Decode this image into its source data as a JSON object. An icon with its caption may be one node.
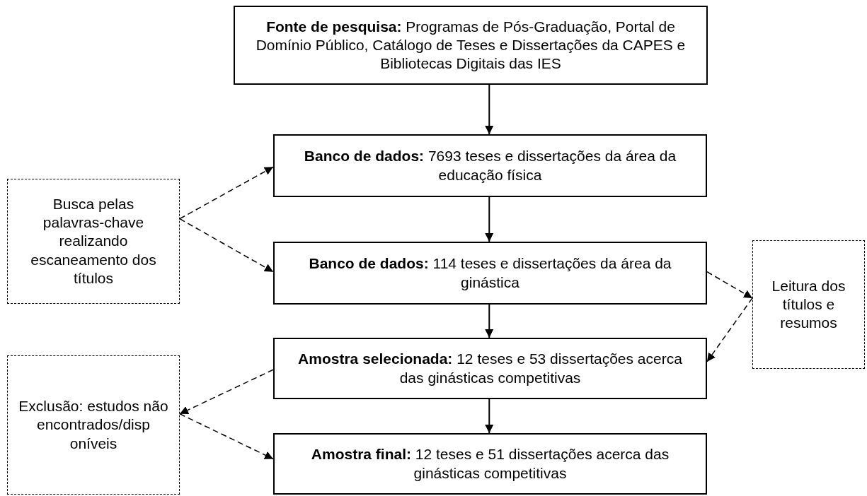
{
  "diagram": {
    "nodes": [
      {
        "text": [
          "**Fonte de pesquisa:** Programas de Pós-Graduação, Portal de Domínio Público, Catálogo de Teses e Dissertações da CAPES e Bibliotecas Digitais das IES"
        ]
      },
      {
        "text": [
          "**Banco de dados:** 7693 teses e dissertações da área da educação física"
        ]
      },
      {
        "text": [
          "**Banco de dados:** 114 teses e dissertações da área da ginástica"
        ]
      },
      {
        "text": [
          "**Amostra selecionada:** 12 teses e 53 dissertações acerca das ginásticas competitivas"
        ]
      },
      {
        "text": [
          "**Amostra final:** 12 teses e 51 dissertações acerca das ginásticas competitivas"
        ]
      },
      {
        "text": [
          "Busca pelas palavras-chave realizando escaneamento dos títulos"
        ]
      },
      {
        "text": [
          "Leitura dos títulos e resumos"
        ]
      },
      {
        "text": [
          "Exclusão: estudos não encontrados/disp oníveis"
        ]
      }
    ],
    "edges": [
      {
        "from": 0,
        "to": 1,
        "arrow": "to"
      },
      {
        "from": 1,
        "to": 2,
        "arrow": "to"
      },
      {
        "from": 2,
        "to": 3,
        "arrow": "to"
      },
      {
        "from": 3,
        "to": 4,
        "arrow": "to"
      },
      {
        "from": 5,
        "to": 1,
        "arrow": "to",
        "style": "dashed"
      },
      {
        "from": 5,
        "to": 2,
        "arrow": "to",
        "style": "dashed"
      },
      {
        "from": 2,
        "to": 6,
        "arrow": "to",
        "style": "dashed"
      },
      {
        "from": 6,
        "to": 3,
        "arrow": "to",
        "style": "dashed"
      },
      {
        "from": 3,
        "to": 7,
        "arrow": "to",
        "style": "dashed"
      },
      {
        "from": 7,
        "to": 4,
        "arrow": "to",
        "style": "dashed"
      }
    ]
  }
}
